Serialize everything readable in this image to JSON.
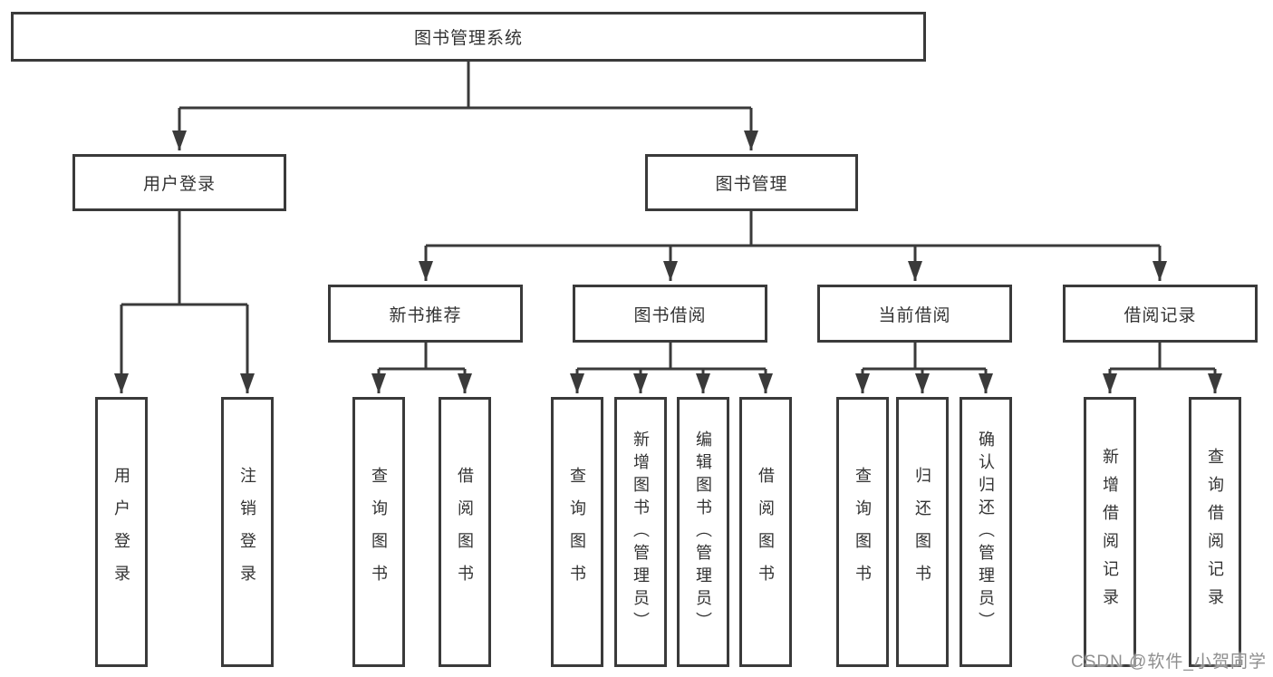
{
  "tree": {
    "root": {
      "label": "图书管理系统"
    },
    "children": [
      {
        "label": "用户登录",
        "children": [
          {
            "label": "用户登录"
          },
          {
            "label": "注销登录"
          }
        ]
      },
      {
        "label": "图书管理",
        "children": [
          {
            "label": "新书推荐",
            "children": [
              {
                "label": "查询图书"
              },
              {
                "label": "借阅图书"
              }
            ]
          },
          {
            "label": "图书借阅",
            "children": [
              {
                "label": "查询图书"
              },
              {
                "label": "新增图书（管理员）"
              },
              {
                "label": "编辑图书（管理员）"
              },
              {
                "label": "借阅图书"
              }
            ]
          },
          {
            "label": "当前借阅",
            "children": [
              {
                "label": "查询图书"
              },
              {
                "label": "归还图书"
              },
              {
                "label": "确认归还（管理员）"
              }
            ]
          },
          {
            "label": "借阅记录",
            "children": [
              {
                "label": "新增借阅记录"
              },
              {
                "label": "查询借阅记录"
              }
            ]
          }
        ]
      }
    ]
  },
  "watermark": {
    "text": "CSDN @软件_小贺同学",
    "color": "#8f8f8f"
  },
  "colors": {
    "background": "#ffffff",
    "line": "#3a3a3a",
    "box_border": "#3a3a3a",
    "box_fill": "#ffffff",
    "text": "#333333"
  }
}
